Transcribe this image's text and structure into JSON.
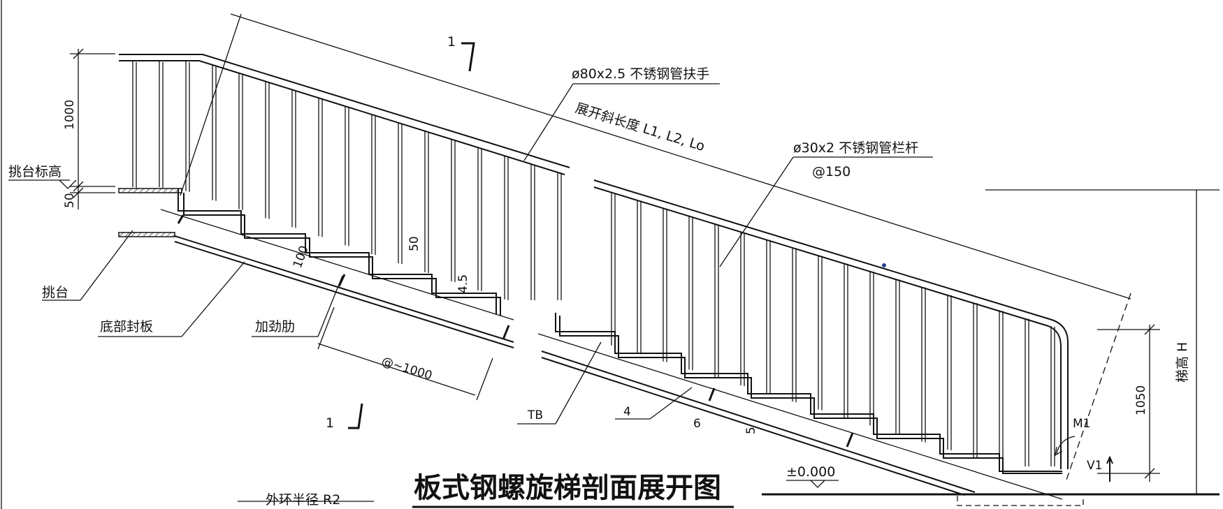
{
  "labels": {
    "handrail": "ø80x2.5 不锈钢管扶手",
    "unfold_length": "展开斜长度 L1, L2, Lo",
    "baluster": "ø30x2 不锈钢管栏杆",
    "baluster_spacing": "@150",
    "platform_elev": "挑台标高",
    "platform": "挑台",
    "bottom_plate": "底部封板",
    "stiffener": "加劲肋",
    "stiffener_spacing": "@~1000",
    "tb": "TB",
    "stair_height": "梯高 H",
    "ground_level": "±0.000",
    "outer_radius": "外环半径 R2",
    "m1": "M1",
    "v1": "V1",
    "section_top": "1",
    "section_bottom": "1",
    "weld_size": "4"
  },
  "dimensions": {
    "railing_height_top": "1000",
    "platform_offset": "50",
    "step_50": "50",
    "step_100": "100",
    "step_4_5": "4.5",
    "railing_height_bottom": "1050",
    "plate_6": "6",
    "plate_5": "5"
  },
  "title": "板式钢螺旋梯剖面展开图"
}
